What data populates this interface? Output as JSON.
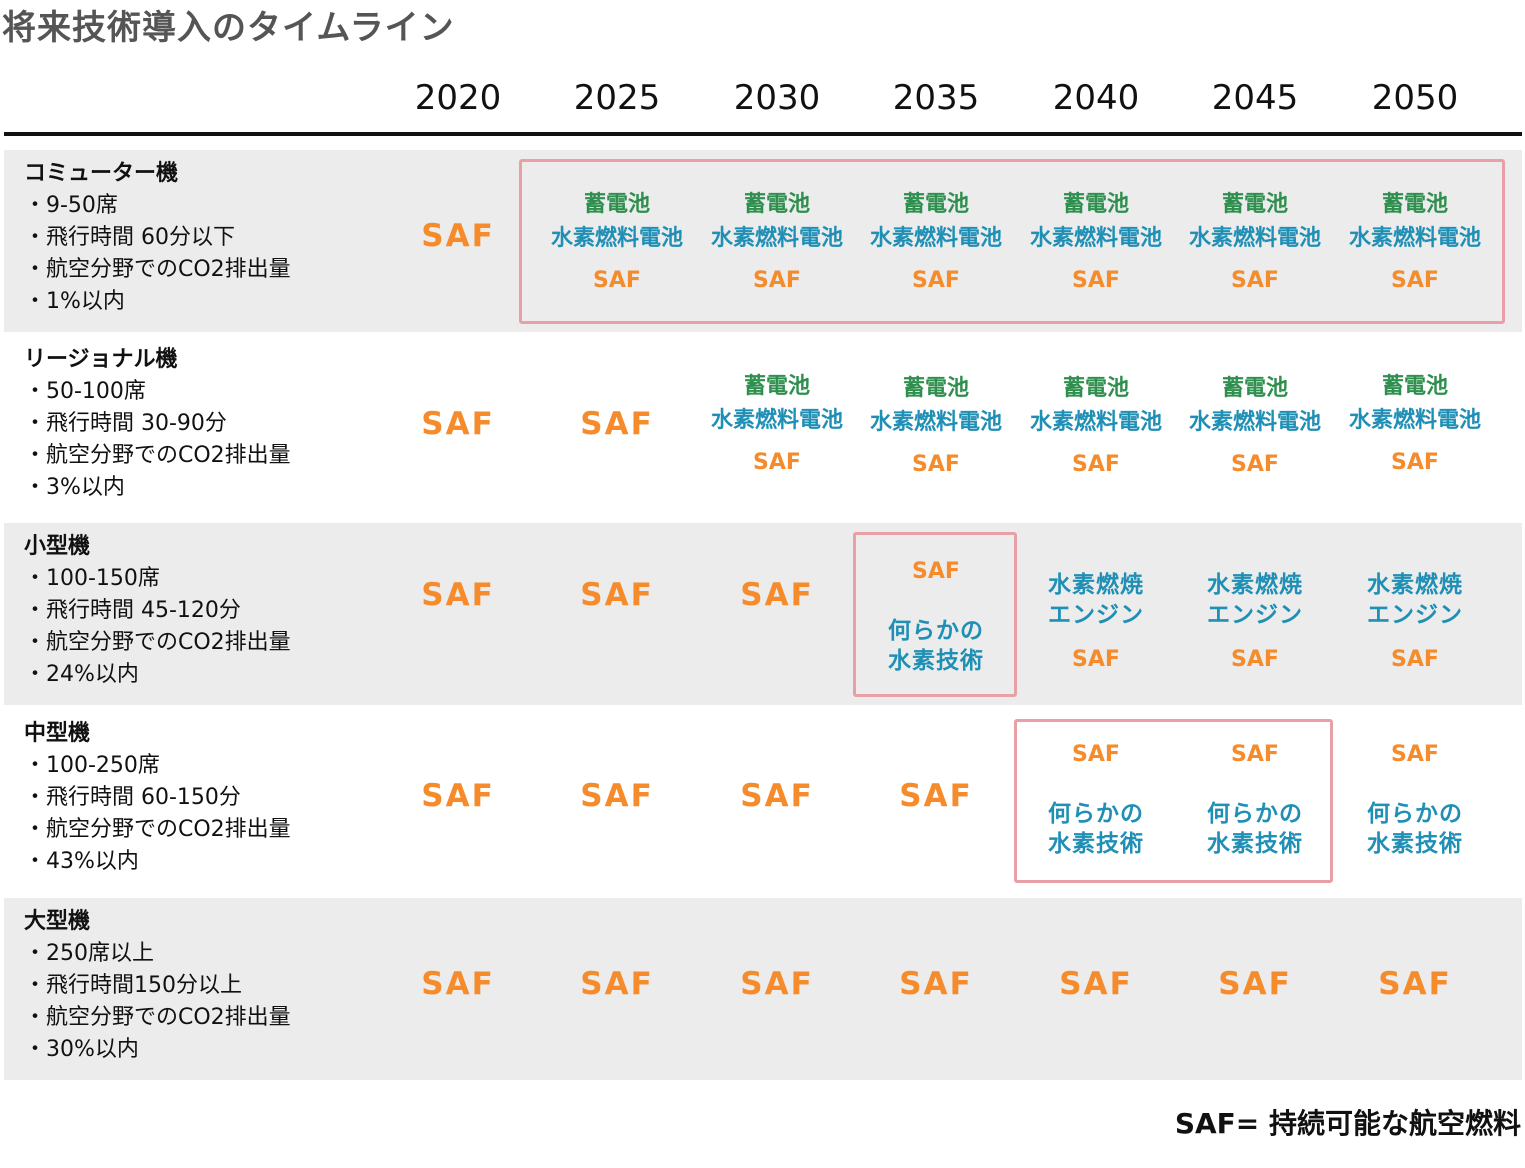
{
  "title": "将来技術導入のタイムライン",
  "years": [
    "2020",
    "2025",
    "2030",
    "2035",
    "2040",
    "2045",
    "2050"
  ],
  "labels": {
    "saf": "SAF",
    "battery": "蓄電池",
    "fuel_cell": "水素燃料電池",
    "h2_burn_1": "水素燃焼",
    "h2_burn_2": "エンジン",
    "h2_tech_1": "何らかの",
    "h2_tech_2": "水素技術"
  },
  "rows": [
    {
      "name": "コミューター機",
      "details": [
        "・9-50席",
        "・飛行時間 60分以下",
        "・航空分野でのCO2排出量",
        "・1%以内"
      ]
    },
    {
      "name": "リージョナル機",
      "details": [
        "・50-100席",
        "・飛行時間 30-90分",
        "・航空分野でのCO2排出量",
        "・3%以内"
      ]
    },
    {
      "name": "小型機",
      "details": [
        "・100-150席",
        "・飛行時間 45-120分",
        "・航空分野でのCO2排出量",
        "・24%以内"
      ]
    },
    {
      "name": "中型機",
      "details": [
        "・100-250席",
        "・飛行時間 60-150分",
        "・航空分野でのCO2排出量",
        "・43%以内"
      ]
    },
    {
      "name": "大型機",
      "details": [
        "・250席以上",
        "・飛行時間150分以上",
        "・航空分野でのCO2排出量",
        "・30%以内"
      ]
    }
  ],
  "footnote": "SAF= 持続可能な航空燃料",
  "colors": {
    "saf": "#f58b2b",
    "battery": "#2f8f4e",
    "hydrogen": "#1f8fb5",
    "highlight": "#e8a0a6",
    "shade": "#ececec"
  }
}
